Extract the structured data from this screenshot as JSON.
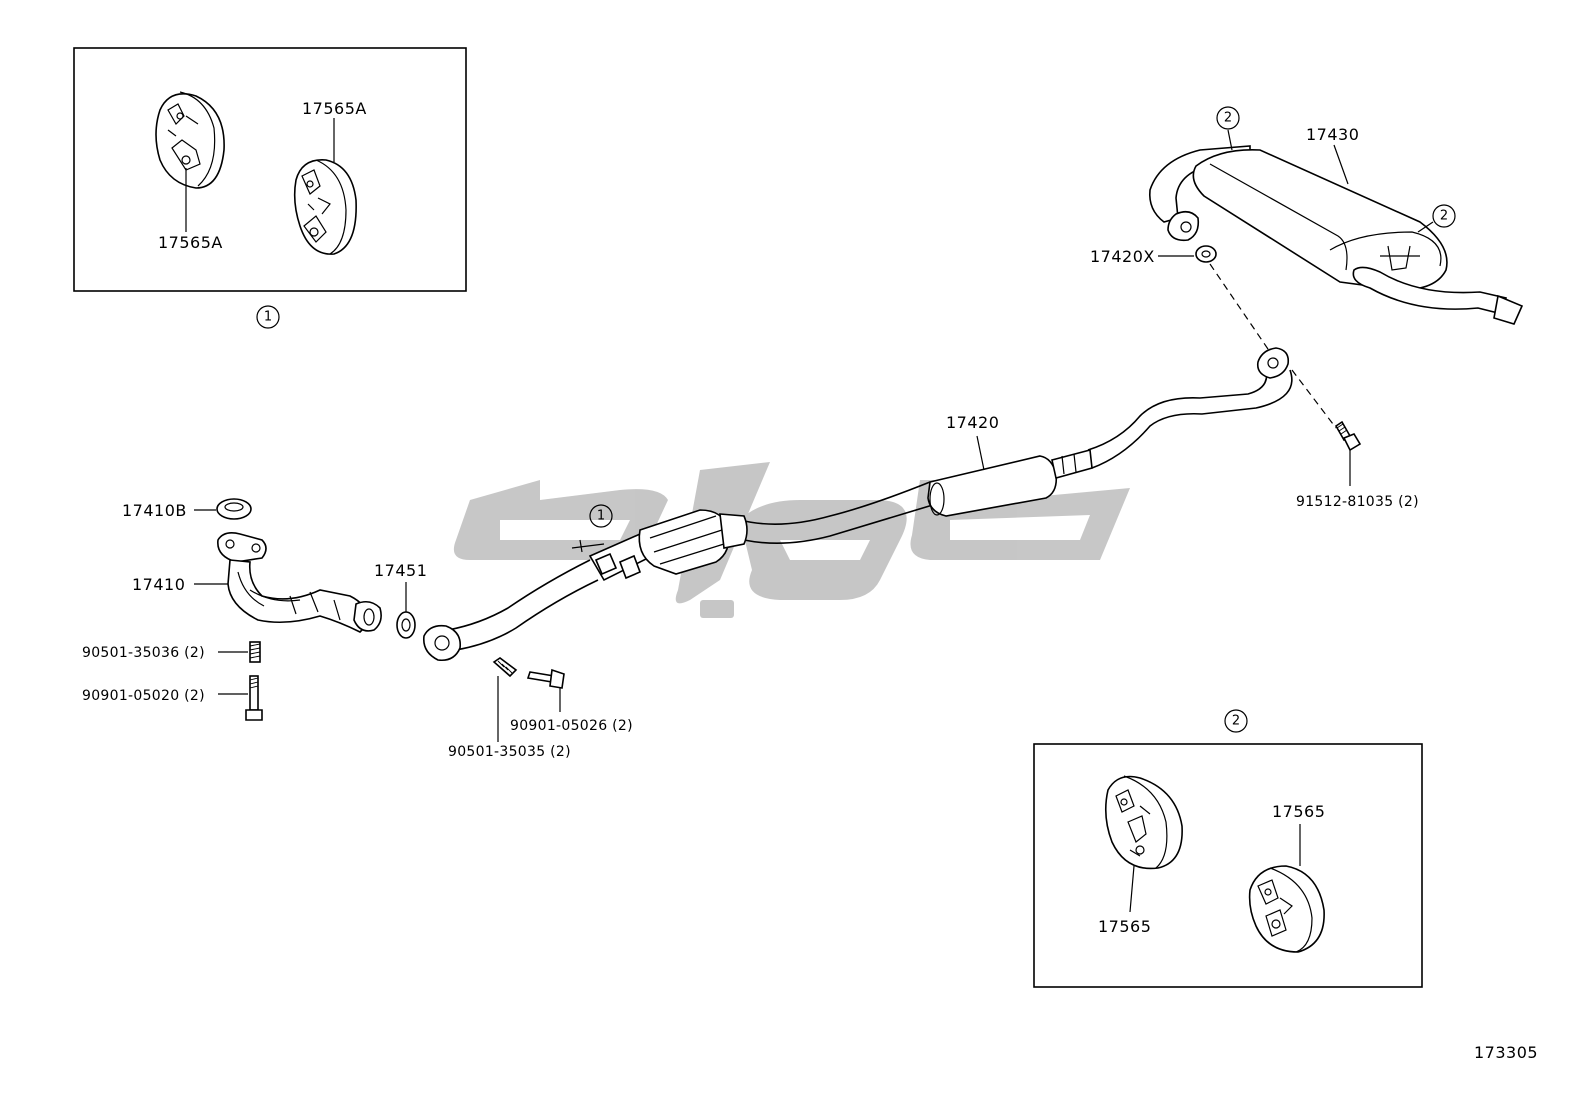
{
  "labels": {
    "p17565A_top": "17565A",
    "p17565A_bottom": "17565A",
    "p17430": "17430",
    "p17420X": "17420X",
    "p17420": "17420",
    "p91512": "91512-81035 (2)",
    "p17410B": "17410B",
    "p17410": "17410",
    "p17451": "17451",
    "p90501_36": "90501-35036 (2)",
    "p90901_20": "90901-05020 (2)",
    "p90901_26": "90901-05026 (2)",
    "p90501_35": "90501-35035 (2)",
    "p17565_top": "17565",
    "p17565_bottom": "17565"
  },
  "callouts": {
    "c1_box": "1",
    "c1_pipe": "1",
    "c2_muffler_left": "2",
    "c2_muffler_right": "2",
    "c2_box": "2"
  },
  "diagram_code": "173305",
  "watermark_color": "#bdbdbd"
}
